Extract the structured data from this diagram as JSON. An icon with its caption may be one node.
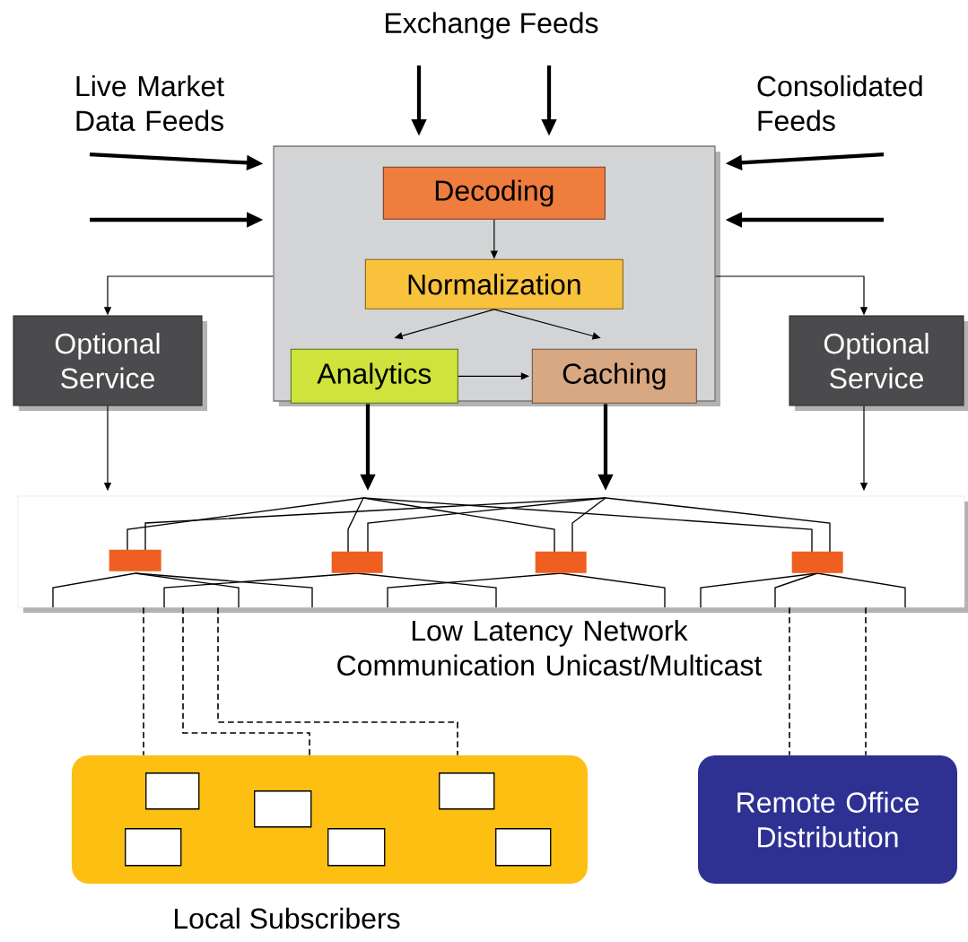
{
  "diagram": {
    "nodes": [
      {
        "text": [
          "Exchange Feeds"
        ]
      },
      {
        "text": [
          "Live Market Data Feeds"
        ]
      },
      {
        "text": [
          "Consolidated Feeds"
        ]
      },
      {
        "text": [],
        "shape": "box"
      },
      {
        "text": [
          "Decoding"
        ],
        "in": 3
      },
      {
        "text": [
          "Normalization"
        ],
        "in": 3
      },
      {
        "text": [
          "Analytics"
        ],
        "in": 3
      },
      {
        "text": [
          "Caching"
        ],
        "in": 3
      },
      {
        "text": [
          "Optional Service"
        ]
      },
      {
        "text": [
          "Optional Service"
        ]
      },
      {
        "text": [],
        "shape": "box"
      },
      {
        "text": [],
        "shape": "bar",
        "in": 10
      },
      {
        "text": [],
        "shape": "bar",
        "in": 10
      },
      {
        "text": [],
        "shape": "bar",
        "in": 10
      },
      {
        "text": [],
        "shape": "bar",
        "in": 10
      },
      {
        "text": [
          "Local Subscribers"
        ]
      },
      {
        "text": [],
        "shape": "box",
        "in": 15
      },
      {
        "text": [],
        "shape": "box",
        "in": 15
      },
      {
        "text": [],
        "shape": "box",
        "in": 15
      },
      {
        "text": [],
        "shape": "box",
        "in": 15
      },
      {
        "text": [],
        "shape": "box",
        "in": 15
      },
      {
        "text": [],
        "shape": "box",
        "in": 15
      },
      {
        "text": [
          "Remote Office Distribution"
        ]
      }
    ],
    "edges": [
      {
        "from": 0,
        "to": 3,
        "arrow": "to",
        "style": "thick"
      },
      {
        "from": 0,
        "to": 3,
        "arrow": "to",
        "style": "thick"
      },
      {
        "from": 1,
        "to": 3,
        "arrow": "to",
        "style": "thick"
      },
      {
        "from": null,
        "to": 3,
        "arrow": "to",
        "style": "thick"
      },
      {
        "from": 2,
        "to": 3,
        "arrow": "to",
        "style": "thick"
      },
      {
        "from": null,
        "to": 3,
        "arrow": "to",
        "style": "thick"
      },
      {
        "from": 4,
        "to": 5,
        "arrow": "to"
      },
      {
        "from": 5,
        "to": 6,
        "arrow": "to"
      },
      {
        "from": 5,
        "to": 7,
        "arrow": "to"
      },
      {
        "from": 6,
        "to": 7,
        "arrow": "to"
      },
      {
        "from": 3,
        "to": 8,
        "arrow": "to"
      },
      {
        "from": 3,
        "to": 9,
        "arrow": "to"
      },
      {
        "from": 8,
        "to": 10,
        "arrow": "to"
      },
      {
        "from": 3,
        "to": 10,
        "arrow": "to",
        "style": "thick"
      },
      {
        "from": 3,
        "to": 10,
        "arrow": "to",
        "style": "thick"
      },
      {
        "from": 9,
        "to": 10,
        "arrow": "to"
      },
      {
        "from": 10,
        "to": 15,
        "arrow": "none",
        "style": "dashed"
      },
      {
        "from": 10,
        "to": 15,
        "arrow": "none",
        "style": "dashed"
      },
      {
        "from": 10,
        "to": 15,
        "arrow": "none",
        "style": "dashed"
      },
      {
        "from": 10,
        "to": 22,
        "arrow": "none",
        "style": "dashed"
      },
      {
        "from": 10,
        "to": 22,
        "arrow": "none",
        "style": "dashed"
      }
    ],
    "labels": [
      "Low Latency Network Communication Unicast/Multicast"
    ]
  }
}
